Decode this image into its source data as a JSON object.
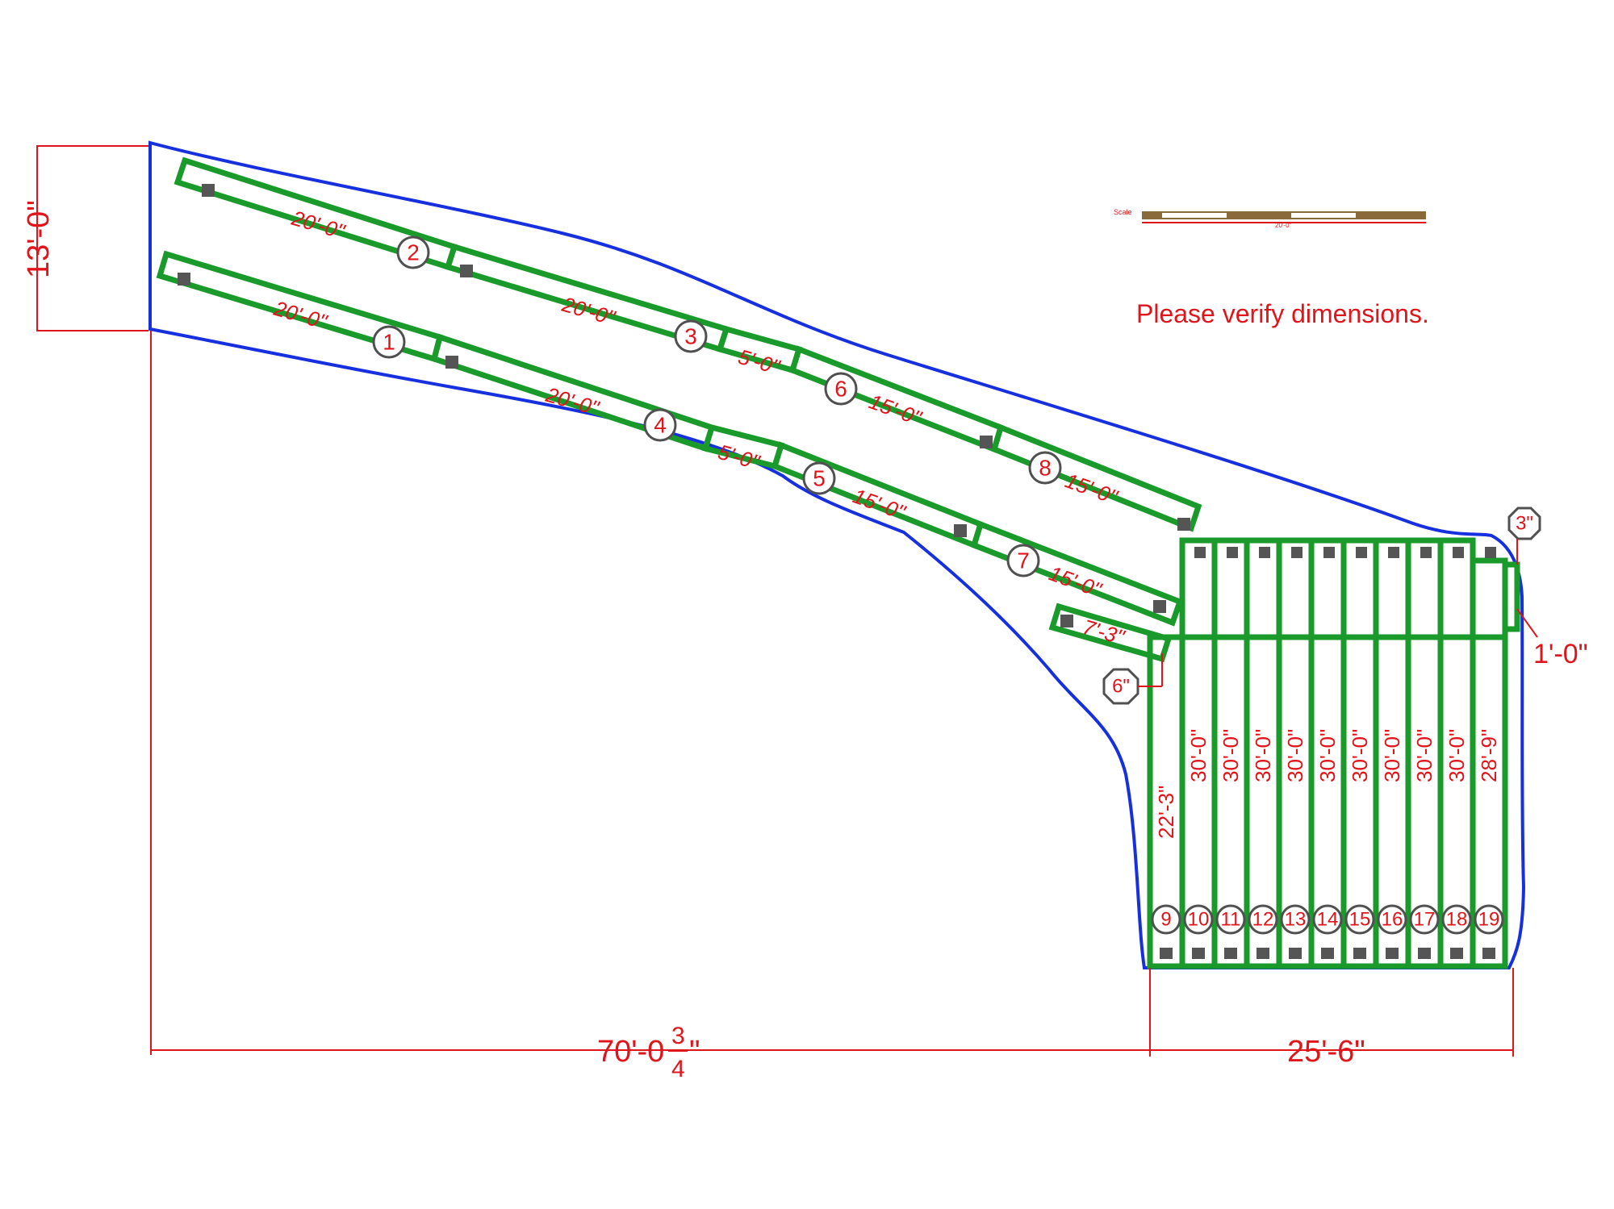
{
  "note": "Please verify dimensions.",
  "scale_bar": {
    "label": "Scale",
    "value": "20'-0\""
  },
  "dimensions": {
    "height_left": "13'-0\"",
    "width_bottom_left": "70'-0",
    "width_bottom_left_frac_num": "3",
    "width_bottom_left_frac_den": "4",
    "width_bottom_left_suffix": "\"",
    "width_bottom_right": "25'-6\"",
    "right_offset": "1'-0\""
  },
  "callouts": {
    "top_right": "3\"",
    "bottom_left": "6\""
  },
  "diagonal_panels": [
    {
      "num": "1",
      "length": "20'-0\""
    },
    {
      "num": "2",
      "length": "20'-0\""
    },
    {
      "num": "3",
      "length": "20'-0\""
    },
    {
      "num": "4",
      "length": "20'-0\""
    },
    {
      "num": "5",
      "length": "15'-0\""
    },
    {
      "num": "6",
      "length": "15'-0\""
    },
    {
      "num": "7",
      "length": "15'-0\""
    },
    {
      "num": "8",
      "length": "15'-0\""
    },
    {
      "num": "",
      "length": "5'-0\""
    },
    {
      "num": "",
      "length": "5'-0\""
    },
    {
      "num": "",
      "length": "7'-3\""
    }
  ],
  "vertical_panels": [
    {
      "num": "9",
      "length": "22'-3\""
    },
    {
      "num": "10",
      "length": "30'-0\""
    },
    {
      "num": "11",
      "length": "30'-0\""
    },
    {
      "num": "12",
      "length": "30'-0\""
    },
    {
      "num": "13",
      "length": "30'-0\""
    },
    {
      "num": "14",
      "length": "30'-0\""
    },
    {
      "num": "15",
      "length": "30'-0\""
    },
    {
      "num": "16",
      "length": "30'-0\""
    },
    {
      "num": "17",
      "length": "30'-0\""
    },
    {
      "num": "18",
      "length": "30'-0\""
    },
    {
      "num": "19",
      "length": "28'-9\""
    }
  ],
  "colors": {
    "outline": "#1630e0",
    "panel": "#1a9a2a",
    "text": "#e0151b"
  }
}
